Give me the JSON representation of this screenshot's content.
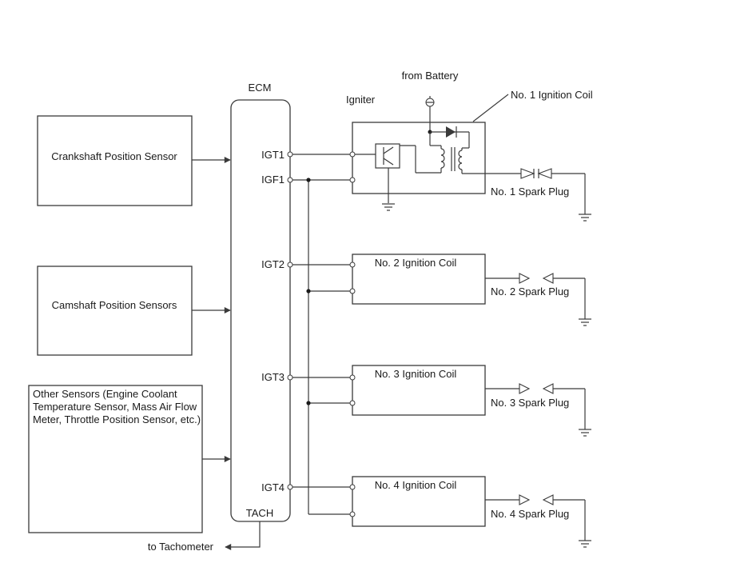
{
  "ecm": {
    "label": "ECM",
    "terminals": [
      "IGT1",
      "IGF1",
      "IGT2",
      "IGT3",
      "IGT4",
      "TACH"
    ]
  },
  "sensors": {
    "crankshaft": "Crankshaft Position Sensor",
    "camshaft": "Camshaft Position Sensors",
    "other": "Other Sensors (Engine Coolant Temperature Sensor, Mass Air Flow Meter, Throttle Position Sensor, etc.)"
  },
  "igniter": {
    "label": "Igniter",
    "battery": "from Battery",
    "coil1_label": "No. 1 Ignition Coil"
  },
  "coils": [
    "No. 2 Ignition Coil",
    "No. 3 Ignition Coil",
    "No. 4 Ignition Coil"
  ],
  "spark_plugs": [
    "No. 1 Spark Plug",
    "No. 2 Spark Plug",
    "No. 3 Spark Plug",
    "No. 4 Spark Plug"
  ],
  "tachometer": "to Tachometer"
}
